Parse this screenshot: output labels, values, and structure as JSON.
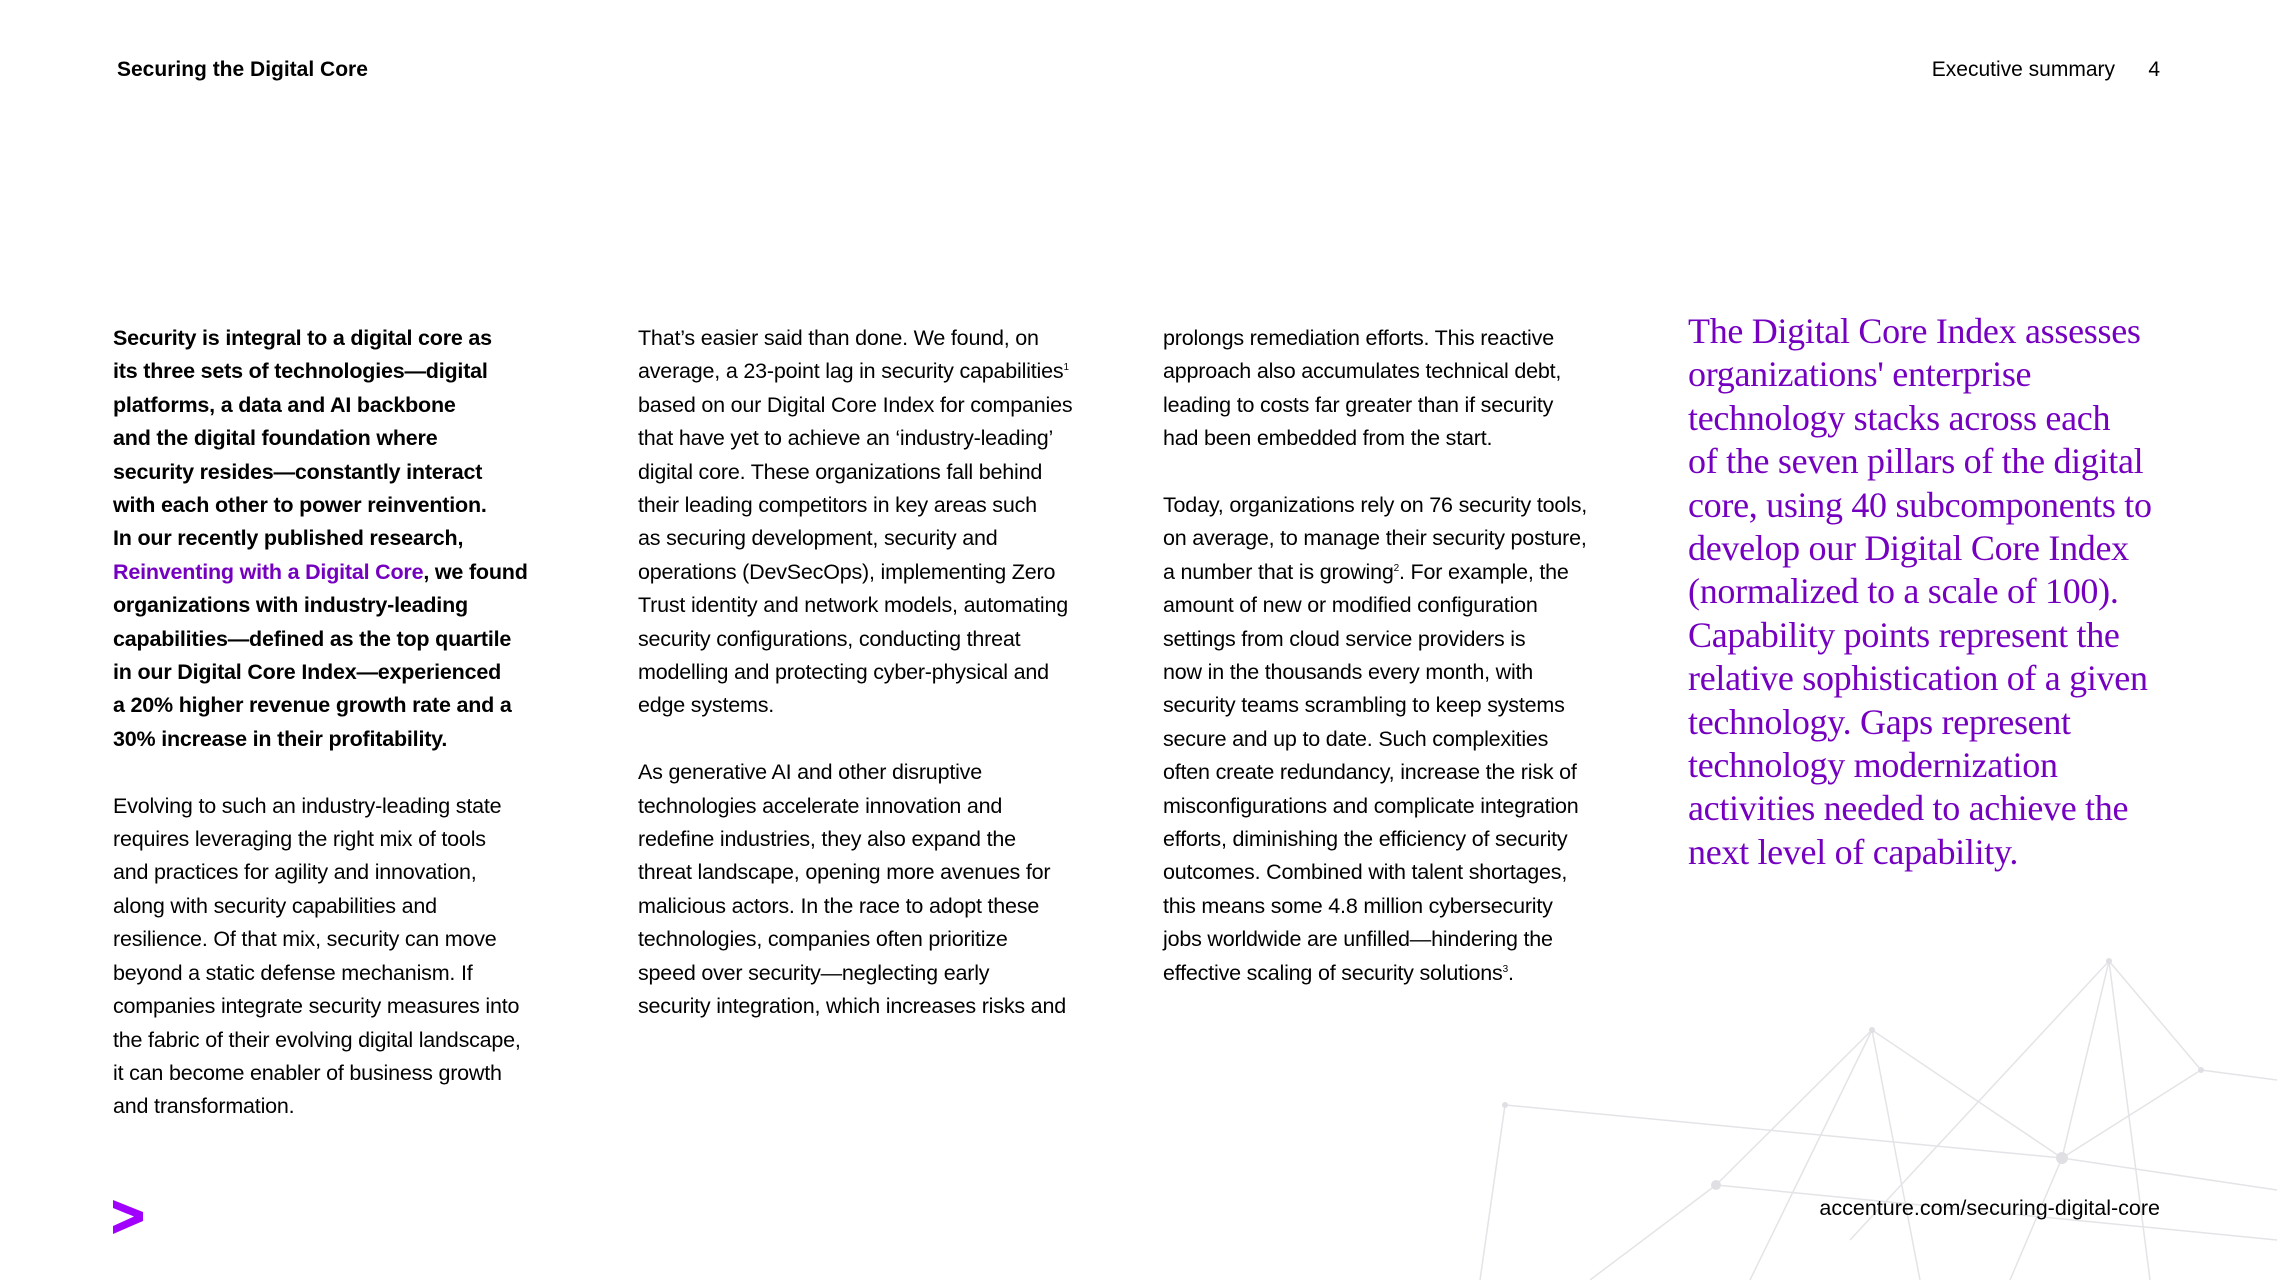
{
  "header": {
    "title": "Securing the Digital Core",
    "section": "Executive summary",
    "page_number": "4"
  },
  "columns": {
    "col1": {
      "intro_before_link": "Security is integral to a digital core as\nits three sets of technologies—digital\nplatforms, a data and AI backbone\nand the digital foundation where\nsecurity resides—constantly interact\nwith each other to power reinvention.\nIn our recently published research,\n",
      "link": "Reinventing with a Digital Core",
      "intro_after_link": ", we found\norganizations with industry-leading\ncapabilities—defined as the top quartile\nin our Digital Core Index—experienced\na 20% higher revenue growth rate and a\n30% increase in their profitability.",
      "para2": "Evolving to such an industry-leading state\nrequires leveraging the right mix of tools\nand practices for agility and innovation,\nalong with security capabilities and\nresilience. Of that mix, security can move\nbeyond a static defense mechanism. If\ncompanies integrate security measures into\nthe fabric of their evolving digital landscape,\nit can become enabler of business growth\nand transformation."
    },
    "col2": {
      "para1_a": "That’s easier said than done. We found, on\naverage, a 23-point lag in security capabilities",
      "sup1": "1",
      "para1_b": "\nbased on our Digital Core Index for companies\nthat have yet to achieve an ‘industry-leading’\ndigital core. These organizations fall behind\ntheir leading competitors in key areas such\nas securing development, security and\noperations (DevSecOps), implementing Zero\nTrust identity and network models, automating\nsecurity configurations, conducting threat\nmodelling and protecting cyber-physical and\nedge systems.",
      "para2": "As generative AI and other disruptive\ntechnologies accelerate innovation and\nredefine industries, they also expand the\nthreat landscape, opening more avenues for\nmalicious actors. In the race to adopt these\ntechnologies, companies often prioritize\nspeed over security—neglecting early\nsecurity integration, which increases risks and"
    },
    "col3": {
      "para1": "prolongs remediation efforts. This reactive\napproach also accumulates technical debt,\nleading to costs far greater than if security\nhad been embedded from the start.",
      "para2_a": "Today, organizations rely on 76 security tools,\non average, to manage their security posture,\na number that is growing",
      "sup2": "2",
      "para2_b": ". For example, the\namount of new or modified configuration\nsettings from cloud service providers is\nnow in the thousands every month, with\nsecurity teams scrambling to keep systems\nsecure and up to date. Such complexities\noften create redundancy, increase the risk of\nmisconfigurations and complicate integration\nefforts, diminishing the efficiency of security\noutcomes. Combined with talent shortages,\nthis means some 4.8 million cybersecurity\njobs worldwide are unfilled—hindering the\neffective scaling of security solutions",
      "sup3": "3",
      "para2_c": "."
    },
    "callout": "The Digital Core Index assesses\norganizations' enterprise\ntechnology stacks across each\nof the seven pillars of the digital\ncore, using 40 subcomponents to\ndevelop our Digital Core Index\n(normalized to a scale of 100).\nCapability points represent the\nrelative sophistication of a given\ntechnology. Gaps represent\ntechnology modernization\nactivities needed to achieve the\nnext level of capability."
  },
  "footer": {
    "url": "accenture.com/securing-digital-core",
    "logo_icon": "accenture-greater-than-logo"
  },
  "colors": {
    "accent": "#7500c0",
    "logo": "#a100ff",
    "text": "#000000"
  }
}
